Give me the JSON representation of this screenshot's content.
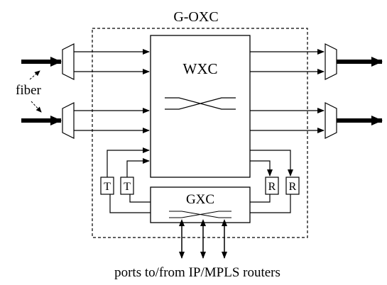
{
  "title": "G-OXC",
  "wxc_label": "WXC",
  "gxc_label": "GXC",
  "fiber_label": "fiber",
  "transmitter_label": "T",
  "receiver_label": "R",
  "ports_label": "ports to/from IP/MPLS routers"
}
